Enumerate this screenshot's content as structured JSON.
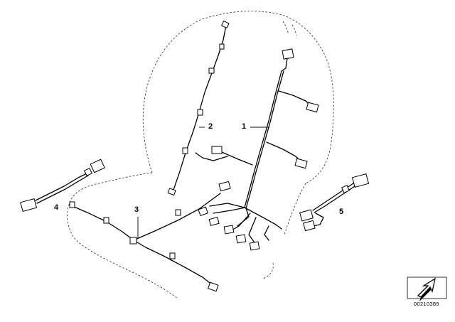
{
  "diagram": {
    "callouts": [
      {
        "id": "1",
        "label": "1"
      },
      {
        "id": "2",
        "label": "2"
      },
      {
        "id": "3",
        "label": "3"
      },
      {
        "id": "4",
        "label": "4"
      },
      {
        "id": "5",
        "label": "5"
      }
    ],
    "diagram_number": "00210389",
    "icons": [
      "seat-outline-icon",
      "wiring-harness-icon",
      "connector-icon",
      "direction-arrow-icon"
    ]
  }
}
